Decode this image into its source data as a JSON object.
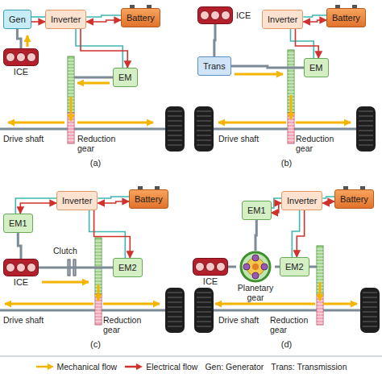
{
  "diagram": {
    "nodes": [
      {
        "text": [
          "Gen"
        ]
      },
      {
        "text": [
          "Inverter"
        ]
      },
      {
        "text": [
          "Battery"
        ]
      },
      {
        "text": [
          "ICE"
        ]
      },
      {
        "text": [
          "EM"
        ]
      },
      {
        "text": [
          "ICE"
        ]
      },
      {
        "text": [
          "Inverter"
        ]
      },
      {
        "text": [
          "Battery"
        ]
      },
      {
        "text": [
          "Trans"
        ]
      },
      {
        "text": [
          "EM"
        ]
      },
      {
        "text": [
          "Inverter"
        ]
      },
      {
        "text": [
          "Battery"
        ]
      },
      {
        "text": [
          "EM1"
        ]
      },
      {
        "text": [
          "ICE"
        ]
      },
      {
        "text": [
          "EM2"
        ]
      },
      {
        "text": [
          "EM1"
        ]
      },
      {
        "text": [
          "Inverter"
        ]
      },
      {
        "text": [
          "Battery"
        ]
      },
      {
        "text": [
          "ICE"
        ]
      },
      {
        "text": [
          "Planetary gear"
        ]
      },
      {
        "text": [
          "EM2"
        ]
      }
    ],
    "edges": [
      {
        "from": 3,
        "to": 0,
        "arrow": "none"
      },
      {
        "from": 0,
        "to": 1,
        "arrow": "to"
      },
      {
        "from": 1,
        "to": 2,
        "arrow": "both"
      },
      {
        "from": 1,
        "to": 4,
        "arrow": "to"
      },
      {
        "from": 5,
        "to": 8,
        "arrow": "none"
      },
      {
        "from": 8,
        "to": 9,
        "arrow": "none"
      },
      {
        "from": 6,
        "to": 7,
        "arrow": "both"
      },
      {
        "from": 6,
        "to": 9,
        "arrow": "to"
      },
      {
        "from": 10,
        "to": 11,
        "arrow": "both"
      },
      {
        "from": 10,
        "to": 12,
        "arrow": "both"
      },
      {
        "from": 10,
        "to": 14,
        "arrow": "to"
      },
      {
        "from": 12,
        "to": 13,
        "arrow": "none"
      },
      {
        "from": 13,
        "to": 14,
        "arrow": "none"
      },
      {
        "from": 16,
        "to": 17,
        "arrow": "both"
      },
      {
        "from": 16,
        "to": 15,
        "arrow": "both"
      },
      {
        "from": 16,
        "to": 20,
        "arrow": "to"
      },
      {
        "from": 18,
        "to": 19,
        "arrow": "none"
      },
      {
        "from": 15,
        "to": 19,
        "arrow": "none"
      },
      {
        "from": 19,
        "to": 20,
        "arrow": "none"
      }
    ],
    "labels": [
      "Drive shaft",
      "Reduction gear",
      "(a)",
      "Drive shaft",
      "Reduction gear",
      "(b)",
      "Clutch",
      "Drive shaft",
      "Reduction gear",
      "(c)",
      "Drive shaft",
      "Reduction gear",
      "(d)"
    ],
    "legend": [
      {
        "text": "Mechanical flow"
      },
      {
        "text": "Electrical flow"
      },
      {
        "text": "Gen: Generator"
      },
      {
        "text": "Trans: Transmission"
      }
    ]
  }
}
